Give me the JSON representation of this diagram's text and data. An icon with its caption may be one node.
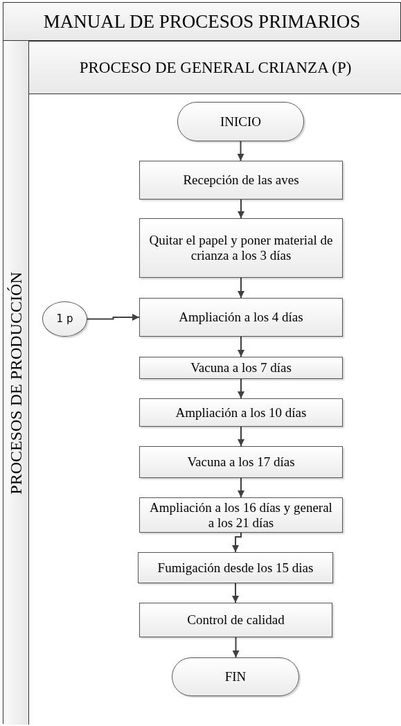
{
  "diagram": {
    "nodes": [
      {
        "text": [
          "MANUAL DE PROCESOS PRIMARIOS"
        ]
      },
      {
        "text": [
          "PROCESOS DE PRODUCCIÓN"
        ],
        "in": 0
      },
      {
        "text": [
          "PROCESO DE GENERAL CRIANZA (P)"
        ],
        "in": 0
      },
      {
        "text": [
          "INICIO"
        ],
        "in": 2
      },
      {
        "text": [
          "Recepción de las aves"
        ],
        "in": 2
      },
      {
        "text": [
          "Quitar el papel y poner material de crianza a los 3 días"
        ],
        "in": 2
      },
      {
        "text": [
          "1 p"
        ],
        "in": 2
      },
      {
        "text": [
          "Ampliación a los 4 días"
        ],
        "in": 2
      },
      {
        "text": [
          "Vacuna a los 7 días"
        ],
        "in": 2
      },
      {
        "text": [
          "Ampliación a los 10 días"
        ],
        "in": 2
      },
      {
        "text": [
          "Vacuna a los 17 días"
        ],
        "in": 2
      },
      {
        "text": [
          "Ampliación a los 16 días y general a los 21 días"
        ],
        "in": 2
      },
      {
        "text": [
          "Fumigación desde los 15 dias"
        ],
        "in": 2
      },
      {
        "text": [
          "Control de calidad"
        ],
        "in": 2
      },
      {
        "text": [
          "FIN"
        ],
        "in": 2
      }
    ],
    "edges": [
      {
        "from": 3,
        "to": 4,
        "arrow": "to"
      },
      {
        "from": 4,
        "to": 5,
        "arrow": "to"
      },
      {
        "from": 5,
        "to": 7,
        "arrow": "to"
      },
      {
        "from": 6,
        "to": 7,
        "arrow": "to"
      },
      {
        "from": 7,
        "to": 8,
        "arrow": "to"
      },
      {
        "from": 8,
        "to": 9,
        "arrow": "to"
      },
      {
        "from": 9,
        "to": 10,
        "arrow": "to"
      },
      {
        "from": 10,
        "to": 11,
        "arrow": "to"
      },
      {
        "from": 11,
        "to": 12,
        "arrow": "to"
      },
      {
        "from": 12,
        "to": 13,
        "arrow": "to"
      },
      {
        "from": 13,
        "to": 14,
        "arrow": "to"
      }
    ]
  }
}
